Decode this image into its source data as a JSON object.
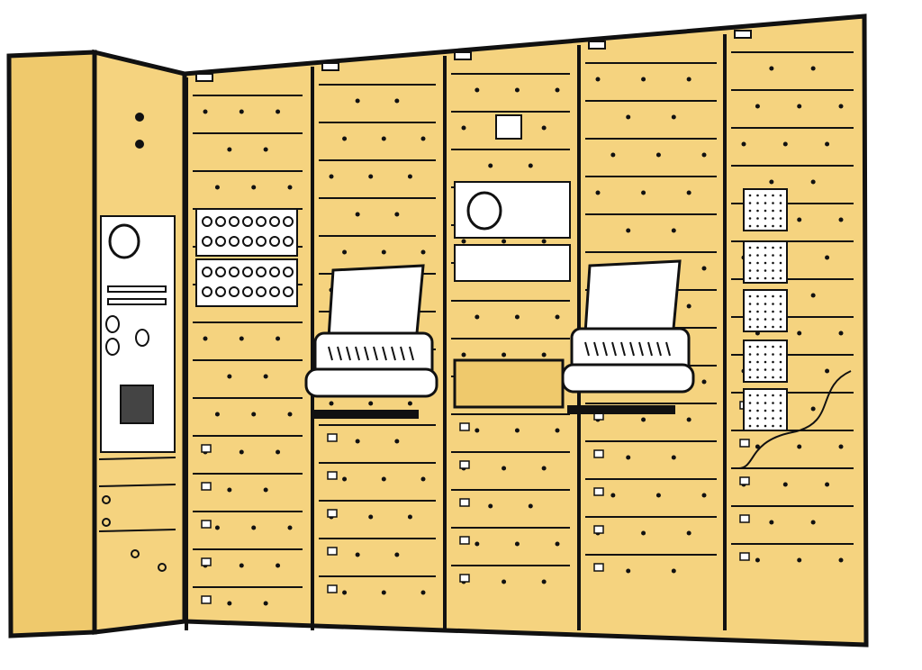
{
  "illustration": {
    "subject": "computer-room-rack-cabinets",
    "colors": {
      "cabinet": "#f5d37f",
      "cabinet_shade": "#efc96c",
      "panel_white": "#ffffff",
      "ink": "#111111",
      "background": "#ffffff"
    },
    "rack_count": 5,
    "teleprinter_count": 2
  }
}
